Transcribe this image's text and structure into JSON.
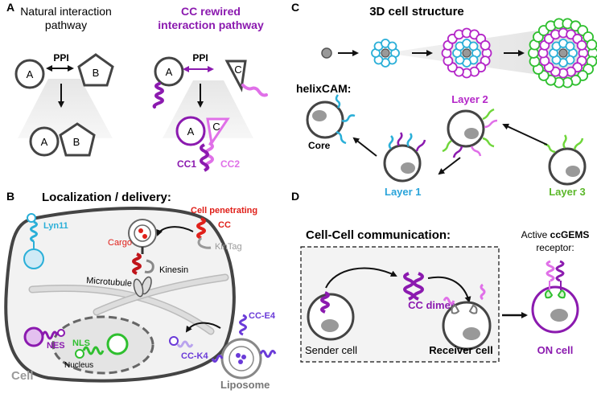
{
  "panelA": {
    "letter": "A",
    "natural_title_line1": "Natural interaction",
    "natural_title_line2": "pathway",
    "cc_title_line1": "CC rewired",
    "cc_title_line2": "interaction pathway",
    "ppi_left": "PPI",
    "ppi_right": "PPI",
    "label_a": "A",
    "label_b": "B",
    "label_c": "C",
    "cc1": "CC1",
    "cc2": "CC2"
  },
  "panelB": {
    "letter": "B",
    "title": "Localization / delivery:",
    "lyn11": "Lyn11",
    "cargo": "Cargo",
    "kinesin": "Kinesin",
    "microtubule": "Microtubule",
    "cell_penetrating": "Cell penetrating",
    "cc": "CC",
    "kintag": "KinTag",
    "cc_e4": "CC-E4",
    "cc_k4": "CC-K4",
    "liposome": "Liposome",
    "nes": "NES",
    "nls": "NLS",
    "nucleus": "Nucleus",
    "cell": "Cell"
  },
  "panelC": {
    "letter": "C",
    "title": "3D cell structure",
    "helixcam": "helixCAM:",
    "core": "Core",
    "layer1": "Layer 1",
    "layer2": "Layer 2",
    "layer3": "Layer 3"
  },
  "panelD": {
    "letter": "D",
    "title": "Cell-Cell communication:",
    "cc_dimer": "CC dimer",
    "sender": "Sender cell",
    "receiver": "Receiver cell",
    "active_line1": "Active ",
    "active_ccgems": "ccGEMS",
    "active_line2": "receptor:",
    "on_cell": "ON cell"
  },
  "colors": {
    "purple": "#8B1AAF",
    "pink": "#E070E8",
    "red": "#E0201A",
    "cyan": "#2AAFD8",
    "green": "#2FBF2F",
    "layer1_text": "#2AA4DA",
    "layer2_text": "#B426C8",
    "layer3_text": "#5CB82A",
    "gray_dark": "#555555",
    "violet": "#6A3AD8"
  }
}
